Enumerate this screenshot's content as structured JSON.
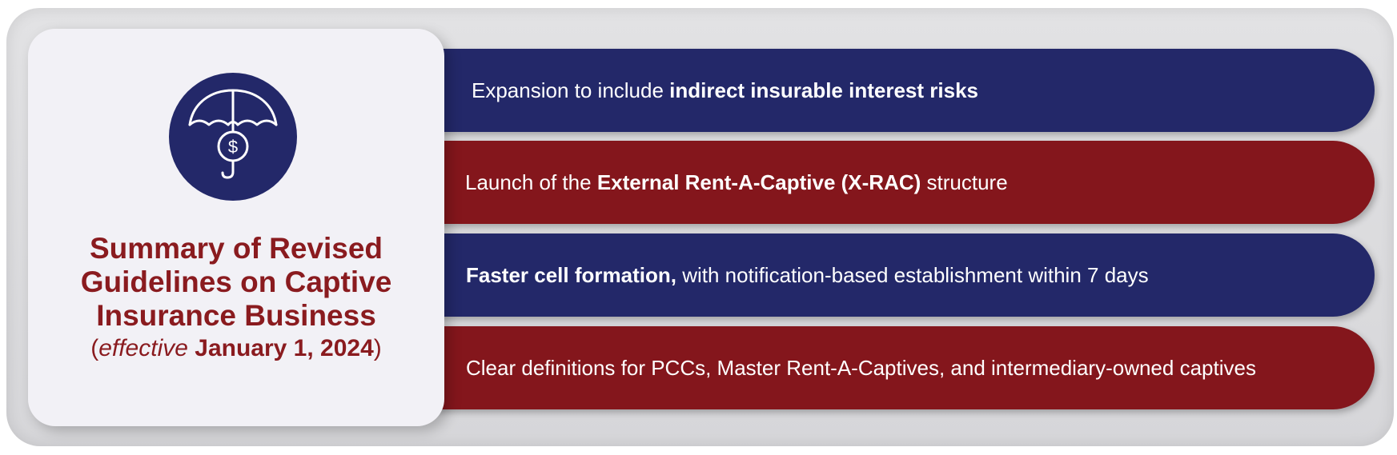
{
  "colors": {
    "navy": "#232869",
    "red": "#84161c",
    "card": "#f2f1f6",
    "title": "#8a1b1f"
  },
  "icon": {
    "name": "umbrella-dollar-icon"
  },
  "title": {
    "line1": "Summary of Revised",
    "line2": "Guidelines on Captive",
    "line3": "Insurance Business",
    "subtitle_open": "(",
    "subtitle_italic": "effective",
    "subtitle_date": "January 1, 2024",
    "subtitle_close": ")"
  },
  "items": [
    {
      "pre": "Expansion to include ",
      "bold": "indirect insurable interest risks",
      "post": ""
    },
    {
      "pre": "Launch of the ",
      "bold": "External Rent-A-Captive (X-RAC)",
      "post": " structure"
    },
    {
      "pre": "",
      "bold": "Faster cell formation,",
      "post": " with notification-based establishment within 7 days"
    },
    {
      "pre": "Clear definitions for PCCs, Master Rent-A-Captives, and intermediary-owned captives",
      "bold": "",
      "post": ""
    }
  ]
}
